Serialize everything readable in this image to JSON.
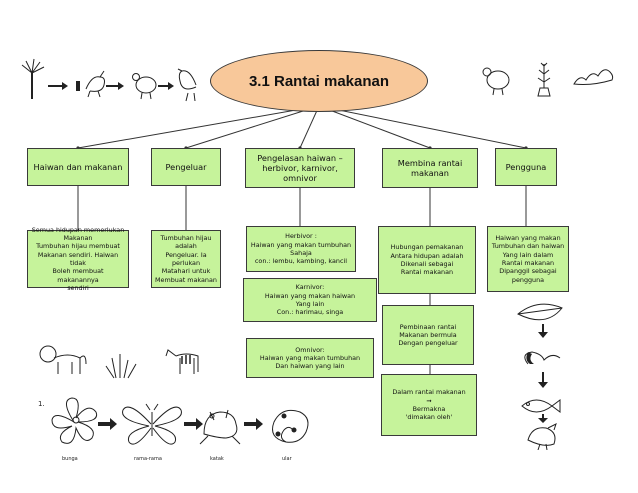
{
  "title": "3.1 Rantai makanan",
  "headers": {
    "haiwan": "Haiwan dan makanan",
    "pengeluar": "Pengeluar",
    "pengelasan": "Pengelasan haiwan –\nherbivor, karnivor, omnivor",
    "membina": "Membina rantai\nmakanan",
    "pengguna": "Pengguna"
  },
  "details": {
    "haiwan": "Semua hidupan memerlukan\nMakanan\nTumbuhan hijau membuat\nMakanan sendiri.  Haiwan tidak\nBoleh membuat makanannya\nsendiri",
    "pengeluar": "Tumbuhan hijau adalah\nPengeluar. Ia perlukan\nMatahari untuk\nMembuat makanan",
    "herbivor": "Herbivor :\nHaiwan yang makan tumbuhan\nSahaja\ncon.: lembu, kambing, kancil",
    "karnivor": "Karnivor:\nHaiwan yang makan haiwan\nYang lain\nCon.: harimau, singa",
    "omnivor": "Omnivor:\nHaiwan yang makan tumbuhan\nDan haiwan yang lain",
    "hubungan": "Hubungan pemakanan\nAntara hidupan adalah\nDikenali sebagai\nRantai makanan",
    "pembinaan": "Pembinaan rantai\nMakanan bermula\nDengan pengeluar",
    "dalam": "Dalam rantai makanan\n➞\nBermakna\n'dimakan oleh'",
    "pengguna": "Haiwan yang makan\nTumbuhan dan haiwan\nYang lain dalam\nRantai makanan\nDipanggil sebagai\npengguna"
  },
  "chain_labels": {
    "number": "1.",
    "bunga": "bunga",
    "rama": "rama-rama",
    "katak": "katak",
    "ular": "ular"
  },
  "colors": {
    "box": "#c6f39b",
    "ellipse": "#f8c89a",
    "line": "#333333"
  }
}
